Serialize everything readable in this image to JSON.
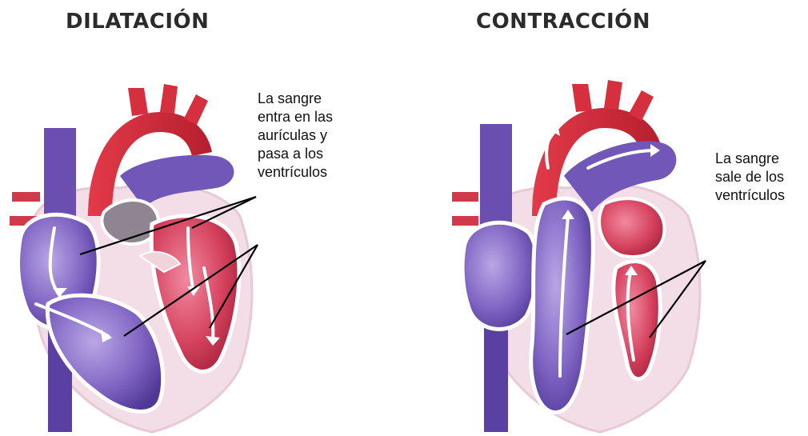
{
  "titles": {
    "left": "DILATACIÓN",
    "right": "CONTRACCIÓN"
  },
  "annotations": {
    "left": [
      "La sangre",
      "entra en las",
      "aurículas y",
      "pasa a los",
      "ventrículos"
    ],
    "right": [
      "La sangre",
      "sale de los",
      "ventrículos"
    ]
  },
  "colors": {
    "aorta_red": "#d92b3a",
    "vein_purple": "#6a4fb0",
    "chamber_purple": "#8a70c8",
    "chamber_red": "#d84a66",
    "outline_pink": "#f2dde6",
    "arrow_white": "#ffffff",
    "line_black": "#000000"
  }
}
